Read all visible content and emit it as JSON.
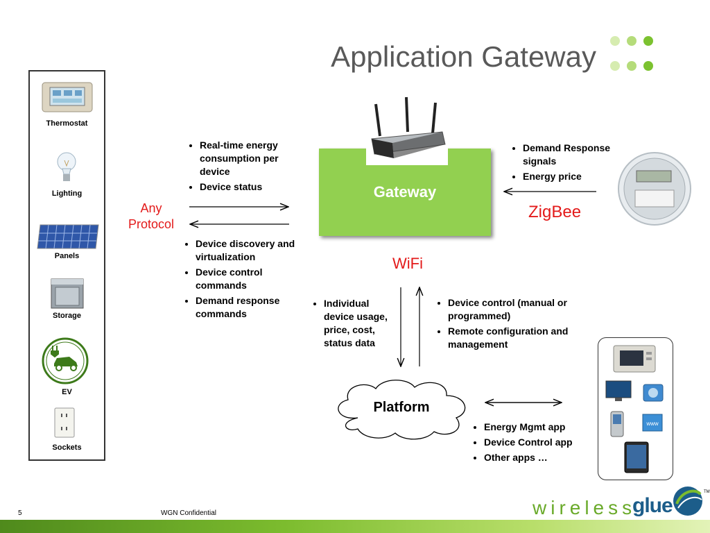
{
  "slide": {
    "title": "Application Gateway",
    "page_number": "5",
    "footer": "WGN Confidential",
    "logo_text_wireless": "wireless",
    "logo_text_glue": "glue",
    "logo_tm": "TM",
    "colors": {
      "accent_green": "#92d050",
      "protocol_red": "#e31a1a",
      "title_gray": "#595959"
    }
  },
  "devices": [
    {
      "label": "Thermostat",
      "icon": "thermostat-icon"
    },
    {
      "label": "Lighting",
      "icon": "lightbulb-icon"
    },
    {
      "label": "Panels",
      "icon": "solar-panel-icon"
    },
    {
      "label": "Storage",
      "icon": "battery-storage-icon"
    },
    {
      "label": "EV",
      "icon": "electric-vehicle-icon"
    },
    {
      "label": "Sockets",
      "icon": "power-socket-icon"
    }
  ],
  "any_protocol": {
    "line1": "Any",
    "line2": "Protocol"
  },
  "upstream_bullets": [
    "Real-time energy consumption per device",
    "Device status"
  ],
  "downstream_bullets": [
    "Device discovery and virtualization",
    "Device control commands",
    "Demand response commands"
  ],
  "gateway": {
    "label": "Gateway",
    "icon": "router-icon"
  },
  "zigbee": {
    "label": "ZigBee",
    "bullets": [
      "Demand Response signals",
      "Energy price"
    ],
    "icon": "smart-meter-icon"
  },
  "wifi": {
    "label": "WiFi"
  },
  "platform_up_bullets": [
    "Individual device usage, price, cost, status data"
  ],
  "platform_down_bullets": [
    "Device control (manual or programmed)",
    "Remote configuration and management"
  ],
  "platform": {
    "label": "Platform"
  },
  "app_bullets": [
    "Energy Mgmt app",
    "Device Control app",
    "Other apps …"
  ],
  "client_devices": [
    "wall-panel-icon",
    "monitor-icon",
    "folder-icon",
    "smartphone-icon",
    "web-icon",
    "tablet-icon"
  ]
}
